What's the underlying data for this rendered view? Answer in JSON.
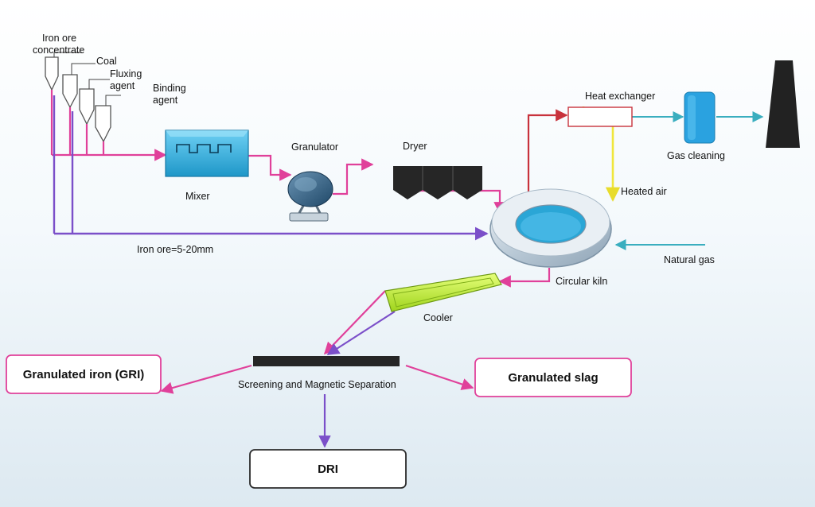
{
  "labels": {
    "iron_ore_concentrate_1": "Iron ore",
    "iron_ore_concentrate_2": "concentrate",
    "coal": "Coal",
    "fluxing_agent_1": "Fluxing",
    "fluxing_agent_2": "agent",
    "binding_agent_1": "Binding",
    "binding_agent_2": "agent",
    "mixer": "Mixer",
    "granulator": "Granulator",
    "dryer": "Dryer",
    "heat_exchanger": "Heat exchanger",
    "gas_cleaning": "Gas cleaning",
    "heated_air": "Heated air",
    "natural_gas": "Natural gas",
    "iron_ore_size": "Iron ore=5-20mm",
    "circular_kiln": "Circular kiln",
    "cooler": "Cooler",
    "screening": "Screening and Magnetic Separation"
  },
  "outputs": {
    "gri": "Granulated iron (GRI)",
    "slag": "Granulated slag",
    "dri": "DRI"
  },
  "colors": {
    "magenta_flow": "#e0409a",
    "purple_flow": "#7b4fc9",
    "red_flow": "#c8323c",
    "yellow_flow": "#f0e63c",
    "teal_flow": "#3aaebf",
    "mixer_fill": "#3ab4e4",
    "cooler_fill": "#bff03a",
    "gas_cleaning_fill": "#2aa2e0",
    "dark_equipment": "#2b2b2b"
  }
}
